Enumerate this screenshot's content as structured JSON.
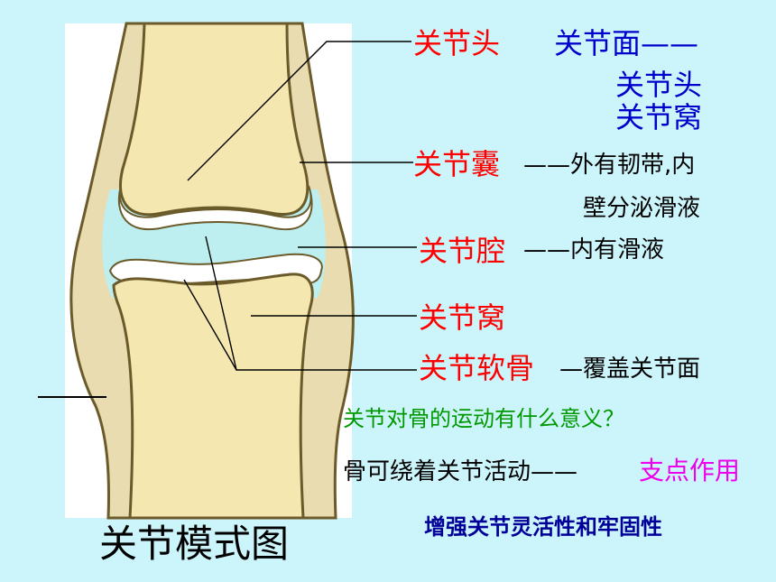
{
  "labels": {
    "head": "关节头",
    "surface": "关节面——",
    "surface_head": "关节头",
    "surface_socket": "关节窝",
    "capsule": "关节囊",
    "capsule_desc_1": "——外有韧带,内",
    "capsule_desc_2": "壁分泌滑液",
    "cavity": "关节腔",
    "cavity_desc": "——内有滑液",
    "socket": "关节窝",
    "cartilage": "关节软骨",
    "cartilage_desc": "—覆盖关节面"
  },
  "question": {
    "text": "关节对骨的运动有什么意义？",
    "answer_prefix": "骨可绕着关节活动——",
    "answer_highlight": "支点作用",
    "conclusion": "增强关节灵活性和牢固性"
  },
  "title": "关节模式图",
  "colors": {
    "background": "#ccf5fb",
    "label": "#ff0000",
    "surface_label": "#0000cc",
    "question": "#009900",
    "highlight": "#ee00ee",
    "conclusion": "#000099"
  }
}
